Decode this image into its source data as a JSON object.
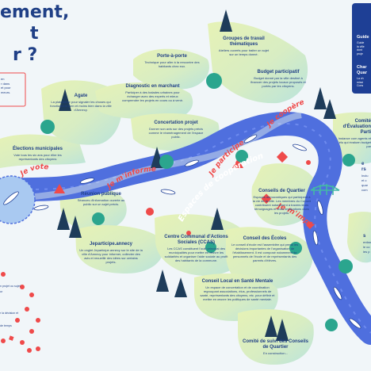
{
  "title_lines": [
    "ement,",
    "t",
    "r ?"
  ],
  "intro_lines": [
    "en",
    "r dans",
    "et pour",
    "meurs."
  ],
  "road_labels": {
    "je_vote": "Je vote",
    "je_minforme": "Je m'informe",
    "je_participe": "Je participe",
    "je_coopere": "Je coopère",
    "je_mimplique": "Je m'implique",
    "espaces_cooperation": "Espaces de coopération"
  },
  "nodes": {
    "elections": {
      "title": "Élections municipales",
      "desc": "Vote tous les six ans pour élire les représentants des citoyens"
    },
    "agate": {
      "title": "Agate",
      "desc": "La plateforme pour signaler les choses qui fonctionnent bien et moins bien dans la ville d'Annecy."
    },
    "porte": {
      "title": "Porte-à-porte",
      "desc": "Technique pour aller à la rencontre des habitants chez eux."
    },
    "diagnostic": {
      "title": "Diagnostic en marchant",
      "desc": "Participer à des balades urbaines pour échanger avec des experts et mieux comprendre les projets en cours ou à venir."
    },
    "concertation": {
      "title": "Concertation projet",
      "desc": "Donner son avis sur des projets précis comme le réaménagement de l'espace public."
    },
    "groupes": {
      "title": "Groupes de travail thématiques",
      "desc": "Ateliers ouverts pour traiter un sujet sur un temps donné."
    },
    "budget": {
      "title": "Budget participatif",
      "desc": "Budget donné par la ville destiné à financer des projets locaux proposés et portés par les citoyens."
    },
    "comite_eval": {
      "title": "Comité d'Évaluation Parti",
      "desc": "Instance com agents et élu qui évaluen budget par"
    },
    "reunion": {
      "title": "Réunion publique",
      "desc": "Séances d'information ouverte au public sur un sujet précis."
    },
    "jeparticipe": {
      "title": "Jeparticipe.annecy",
      "desc": "Un onglet Jeparticipe.annecy sur le site de la ville d'Annecy pour informer, collecter des avis et recueillir des idées sur certains projets."
    },
    "ccas": {
      "title": "Centre Communal d'Actions Sociales (CCAS)",
      "desc": "Les CCAS constituent l'outil principal des municipalités pour mettre en œuvre les solidarités et organiser l'aide sociale au profit des habitants de la commune."
    },
    "quartier": {
      "title": "Conseils de Quartier",
      "desc": "Espaces démocratiques qui participent à la vie de la ville. Les membres du Conseil contribuent notamment à travers leurs témoignages et leurs implications dans les projets."
    },
    "ecoles": {
      "title": "Conseil des Écoles",
      "desc": "Le conseil d'école est l'assemblée qui prend les décisions importantes de l'organisation de l'établissement. Il est composé notamment de personnels de l'école et de représentants des parents d'élèves."
    },
    "sante": {
      "title": "Conseil Local en Santé Mentale",
      "desc": "Un espace de concertation et de coordination regroupant associations, élus, professionnels de santé, représentants des citoyens, etc. pour définir et mettre en œuvre les politiques de santé mentale."
    },
    "suivi": {
      "title": "Comité de suivi des Conseils de Quartier",
      "desc": "En construction..."
    }
  },
  "right_text": {
    "r1": "Guide",
    "r1d": [
      "Guide",
      "la ville",
      "dont",
      "proje"
    ],
    "r2": "Char",
    "r2b": "Quar",
    "r2d": [
      "La ch",
      "missi",
      "Cons"
    ],
    "a1": "e",
    "a2": "rs",
    "a3": [
      "Inclu",
      "et c",
      "quar",
      "com"
    ],
    "b1": "s",
    "b2": [
      "enfan",
      "le co",
      "les p"
    ]
  },
  "legend": [
    "n projet ou sujet",
    "ur",
    "r la décision et",
    "de temps"
  ],
  "colors": {
    "river": "#4f6fde",
    "land": "#dfeeb1",
    "red": "#ef4a4a",
    "navy": "#1e3f95",
    "tree": "#1e3c5a",
    "teal": "#43b7a6"
  }
}
